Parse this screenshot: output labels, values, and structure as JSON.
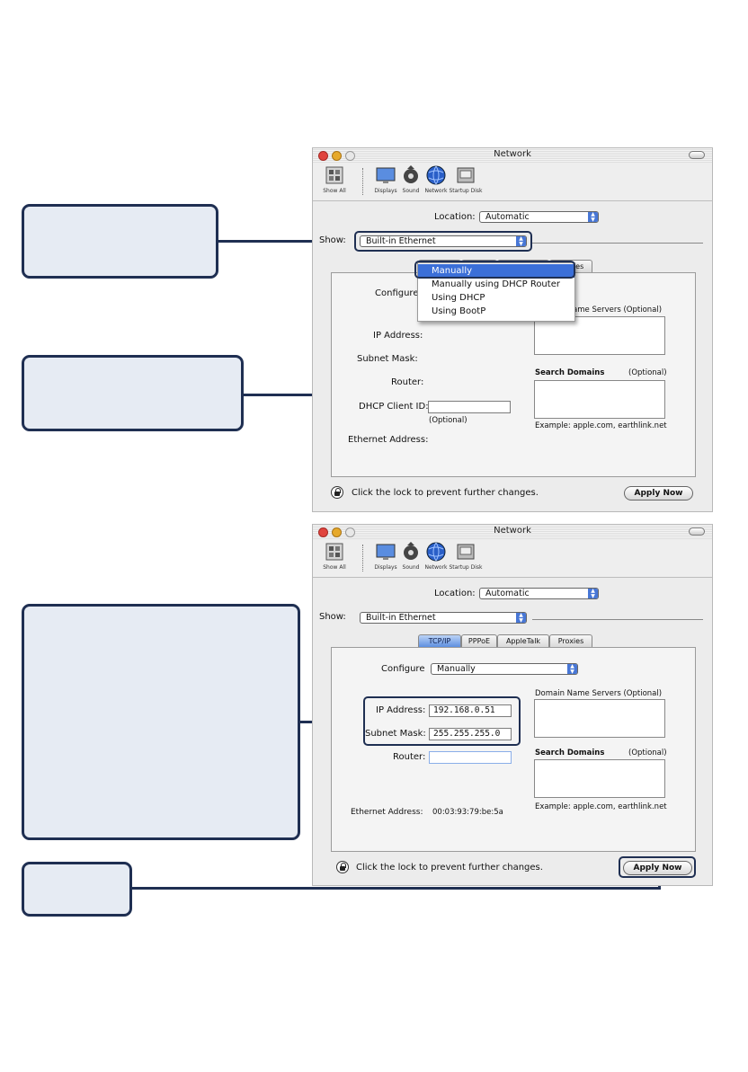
{
  "window": {
    "title": "Network",
    "toolbar": [
      "Show All",
      "Displays",
      "Sound",
      "Network",
      "Startup Disk"
    ],
    "location_label": "Location:",
    "location_value": "Automatic",
    "show_label": "Show:",
    "show_value": "Built-in Ethernet",
    "tabs": [
      "TCP/IP",
      "PPPoE",
      "AppleTalk",
      "Proxies"
    ],
    "configure_label": "Configure",
    "ip_label": "IP Address:",
    "subnet_label": "Subnet Mask:",
    "router_label": "Router:",
    "dhcp_label": "DHCP Client ID:",
    "optional_paren": "(Optional)",
    "ethernet_label": "Ethernet Address:",
    "dns_label": "Domain Name Servers",
    "dns_optional": "(Optional)",
    "search_label": "Search Domains",
    "search_optional": "(Optional)",
    "example": "Example: apple.com, earthlink.net",
    "lock_text": "Click the lock to prevent further changes.",
    "apply": "Apply Now"
  },
  "window1": {
    "menu_items": [
      "Manually",
      "Manually using DHCP Router",
      "Using DHCP",
      "Using BootP"
    ],
    "selected_item": "Manually"
  },
  "window2": {
    "configure_value": "Manually",
    "ip_value": "192.168.0.51",
    "subnet_value": "255.255.255.0",
    "router_value": "",
    "ethernet_value": "00:03:93:79:be:5a"
  }
}
